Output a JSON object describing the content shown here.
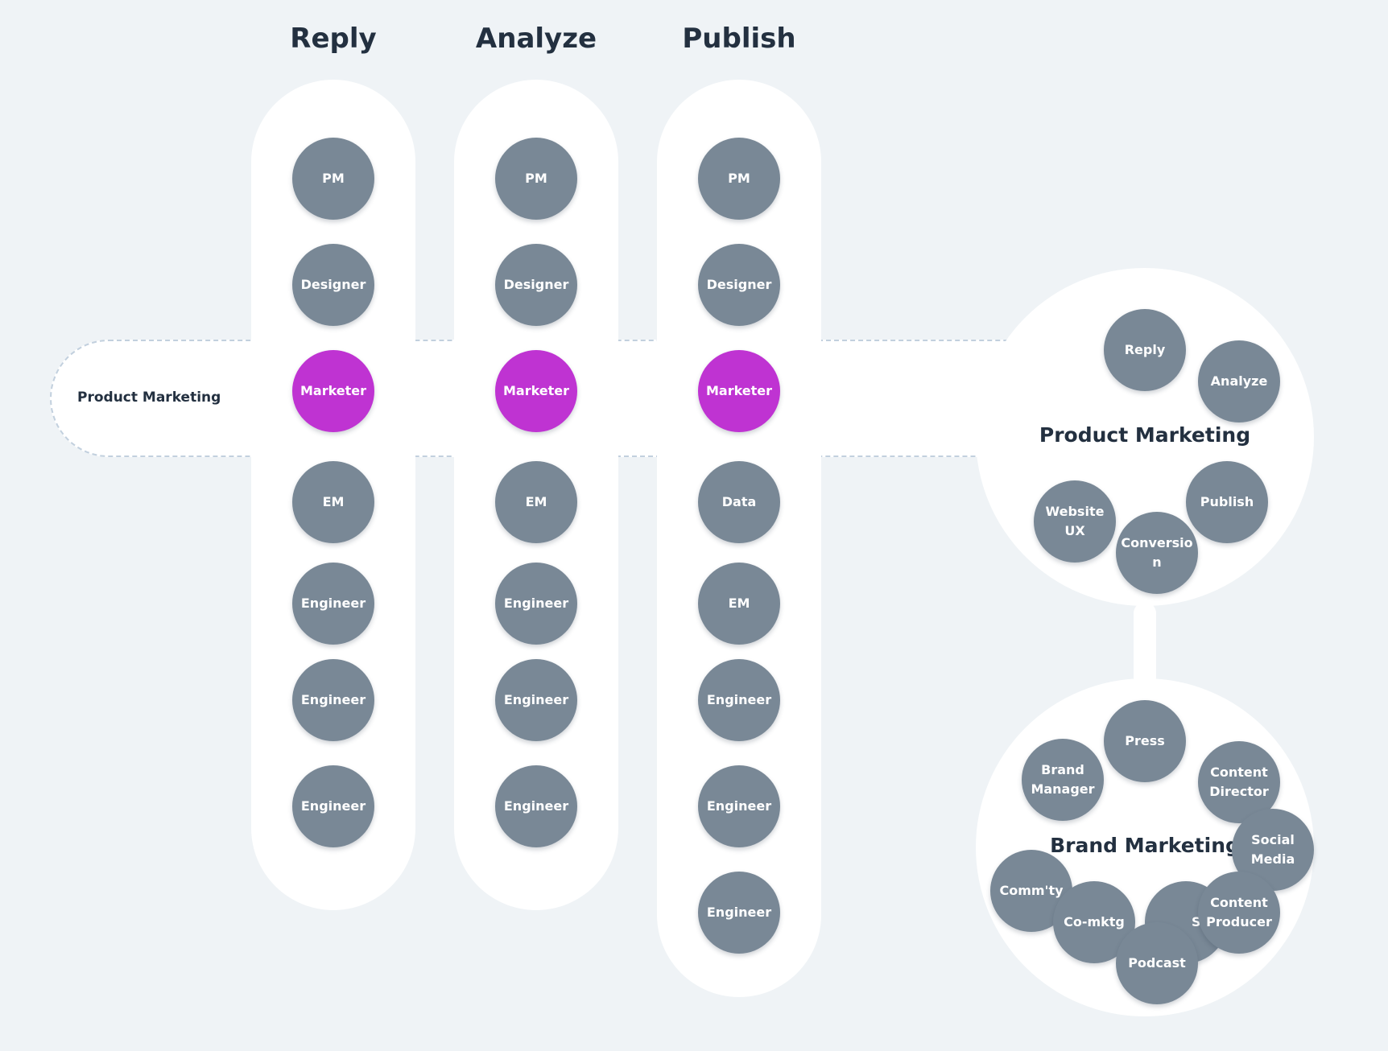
{
  "product_band": {
    "label": "Product Marketing"
  },
  "lanes": [
    {
      "title": "Reply",
      "roles": [
        "PM",
        "Designer",
        "Marketer",
        "EM",
        "Engineer",
        "Engineer",
        "Engineer"
      ]
    },
    {
      "title": "Analyze",
      "roles": [
        "PM",
        "Designer",
        "Marketer",
        "EM",
        "Engineer",
        "Engineer",
        "Engineer"
      ]
    },
    {
      "title": "Publish",
      "roles": [
        "PM",
        "Designer",
        "Marketer",
        "Data",
        "EM",
        "Engineer",
        "Engineer",
        "Engineer"
      ]
    }
  ],
  "clusters": {
    "product_marketing": {
      "title": "Product Marketing",
      "items": [
        "Reply",
        "Analyze",
        "Publish",
        "Website UX",
        "Conversion"
      ]
    },
    "brand_marketing": {
      "title": "Brand Marketing",
      "items": [
        "Press",
        "Brand Manager",
        "Content Director",
        "Social Media",
        "Comm'ty",
        "Co-mktg",
        "SEO",
        "Content Producer",
        "Podcast"
      ]
    }
  },
  "colors": {
    "background": "#eff3f6",
    "panel": "#ffffff",
    "node": "#798896",
    "highlight": "#bf33d2",
    "text": "#233040",
    "dashed_border": "#c2d0de"
  }
}
